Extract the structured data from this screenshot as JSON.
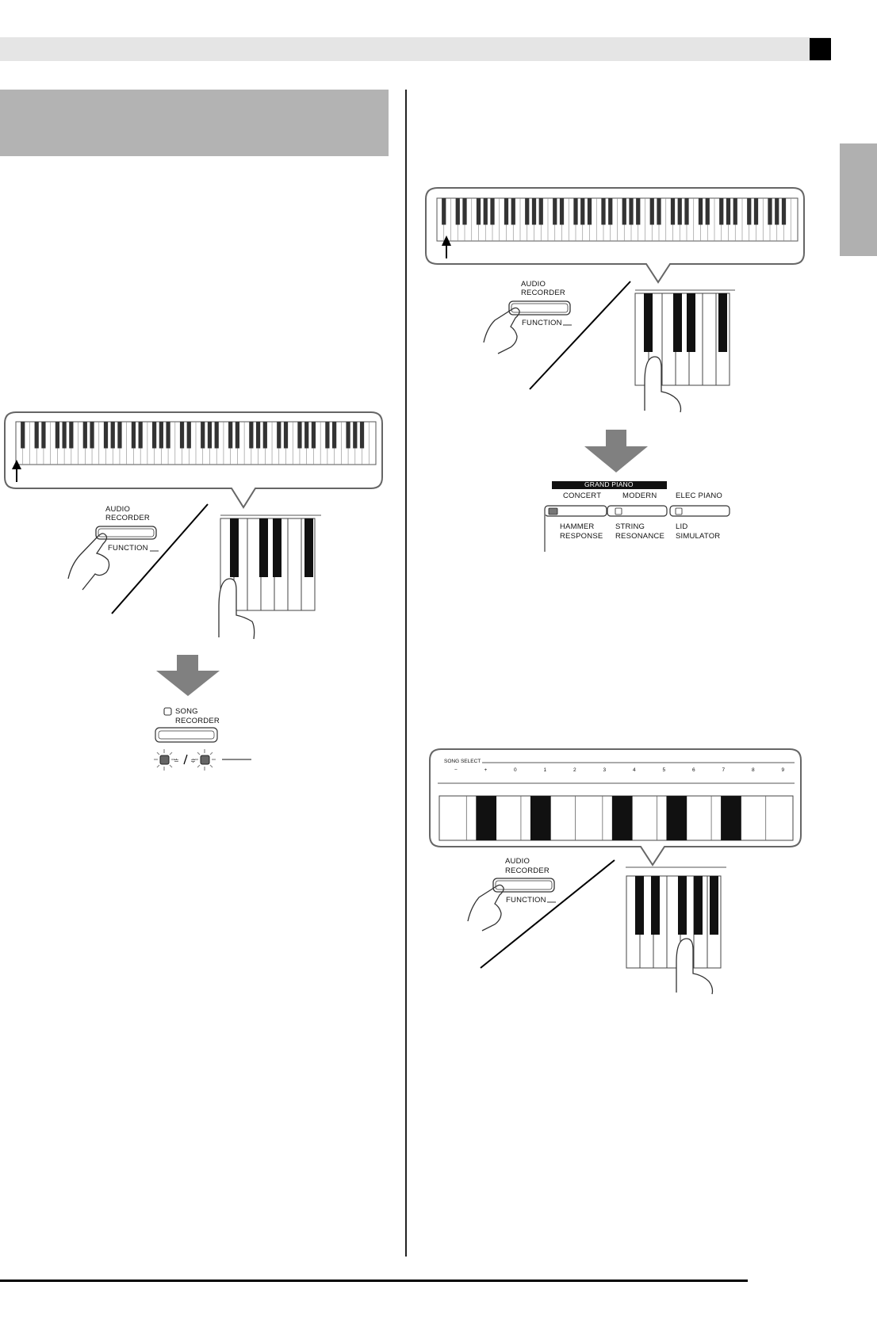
{
  "labels": {
    "audio": "AUDIO",
    "recorder": "RECORDER",
    "function": "FUNCTION",
    "song": "SONG",
    "song_recorder": "RECORDER",
    "grand_piano": "GRAND PIANO",
    "concert": "CONCERT",
    "modern": "MODERN",
    "elec_piano": "ELEC PIANO",
    "hammer": "HAMMER",
    "response": "RESPONSE",
    "string": "STRING",
    "resonance": "RESONANCE",
    "lid": "LID",
    "simulator": "SIMULATOR",
    "song_select": "SONG SELECT",
    "song_select_marks": [
      "−",
      "+",
      "0",
      "1",
      "2",
      "3",
      "4",
      "5",
      "6",
      "7",
      "8",
      "9"
    ]
  }
}
